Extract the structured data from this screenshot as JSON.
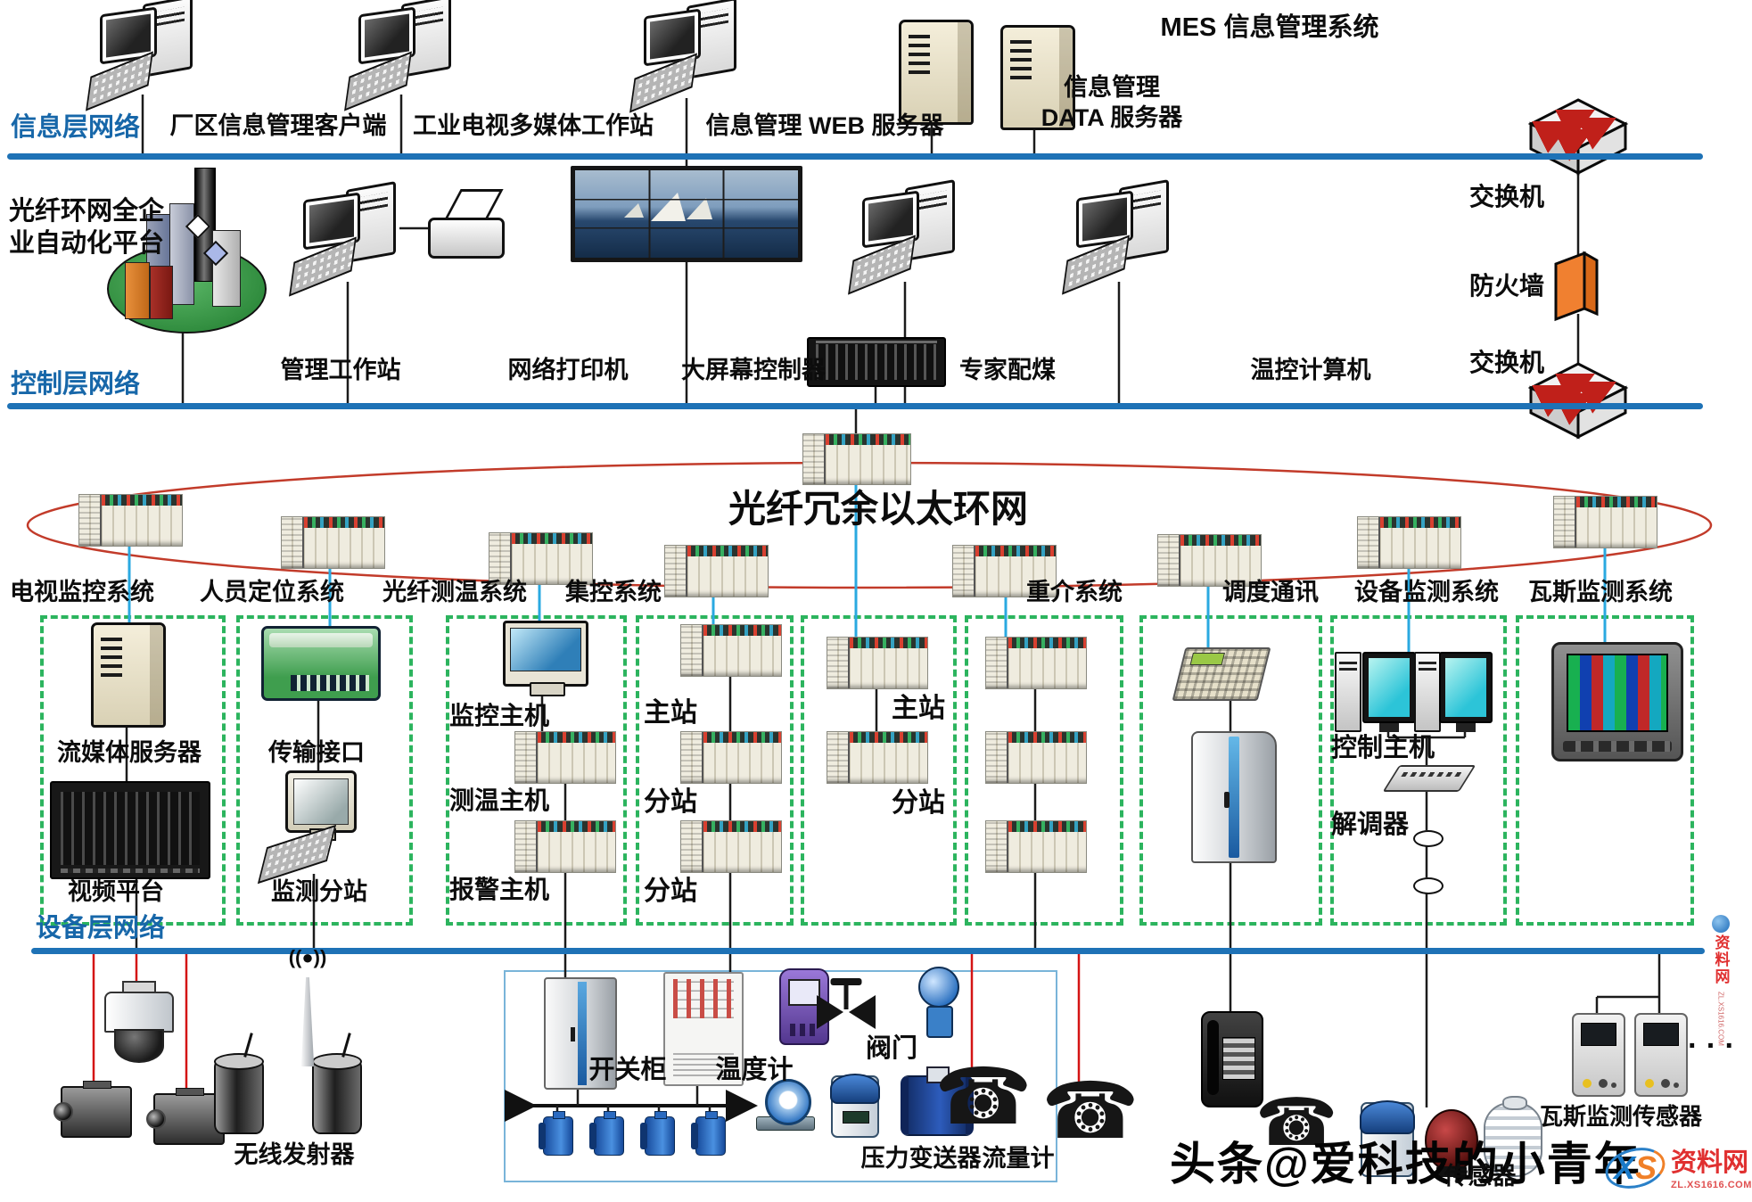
{
  "header": {
    "title": "MES 信息管理系统"
  },
  "layers": {
    "info": "信息层网络",
    "control": "控制层网络",
    "device": "设备层网络"
  },
  "ring": {
    "title": "光纤冗余以太环网"
  },
  "labels": {
    "factory_client": "厂区信息管理客户端",
    "tv_workstation": "工业电视多媒体工作站",
    "web_server": "信息管理 WEB 服务器",
    "data_server_l1": "信息管理",
    "data_server_l2": "DATA 服务器",
    "platform_l1": "光纤环网全企",
    "platform_l2": "业自动化平台",
    "mgmt_workstation": "管理工作站",
    "network_printer": "网络打印机",
    "screen_controller": "大屏幕控制器",
    "expert_coal": "专家配煤",
    "temp_computer": "温控计算机",
    "switch_top": "交换机",
    "firewall": "防火墙",
    "switch_bottom": "交换机"
  },
  "subsyst": {
    "tv": "电视监控系统",
    "personnel": "人员定位系统",
    "fiber_temp": "光纤测温系统",
    "central": "集控系统",
    "heavy_media": "重介系统",
    "dispatch": "调度通讯",
    "equipment": "设备监测系统",
    "gas": "瓦斯监测系统"
  },
  "boxes": {
    "stream_server": "流媒体服务器",
    "video_platform": "视频平台",
    "transfer_interface": "传输接口",
    "monitor_substation": "监测分站",
    "monitor_host": "监控主机",
    "temp_host": "测温主机",
    "alarm_host": "报警主机",
    "b4_master": "主站",
    "b4_slave1": "分站",
    "b4_slave2": "分站",
    "b5_master": "主站",
    "b5_slave": "分站",
    "control_host": "控制主机",
    "demodulator": "解调器"
  },
  "bottom": {
    "wireless_transmitter": "无线发射器",
    "switch_cabinet": "开关柜",
    "thermometer": "温度计",
    "valve": "阀门",
    "pressure_transmitter": "压力变送器",
    "flow_meter": "流量计",
    "gas_sensor": "瓦斯监测传感器",
    "sensor": "传感器",
    "ellipsis": "· · ·",
    "antenna_glyph": "((●))",
    "phone_glyph": "☎"
  },
  "watermark": {
    "headline": "头条@爱科技的小青年",
    "logo_x": "X",
    "logo_s": "S",
    "logo_name": "资料网",
    "logo_url": "ZL.XS1616.COM",
    "side_name": "资料网",
    "side_url": "ZL.XS1616.COM"
  },
  "colors": {
    "layer_line": "#1e72b6",
    "layer_text": "#1767a9",
    "box_border": "#2cb45e",
    "ring_stroke": "#c23b2a",
    "cyan_link": "#2aa9e0",
    "red_link": "#d41414",
    "firewall_orange": "#f08030"
  }
}
